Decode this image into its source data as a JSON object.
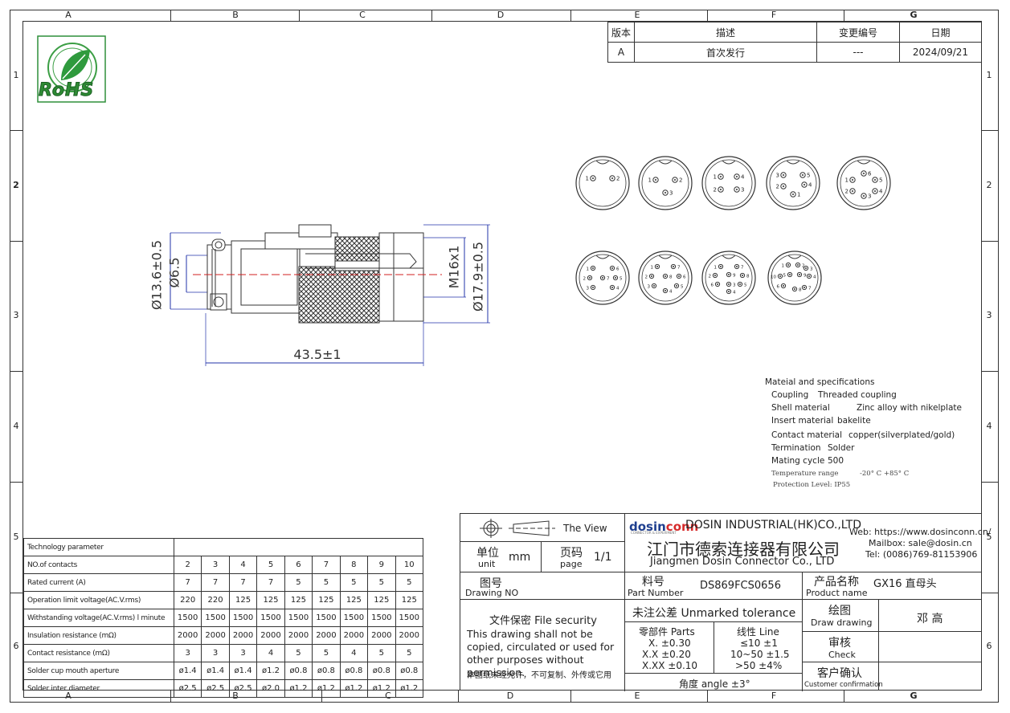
{
  "zones": {
    "cols_top": [
      "A",
      "B",
      "C",
      "D",
      "E",
      "F",
      "G"
    ],
    "cols_bottom": [
      "A",
      "B",
      "C",
      "D",
      "E",
      "F",
      "G"
    ],
    "rows": [
      "1",
      "2",
      "3",
      "4",
      "5",
      "6"
    ]
  },
  "logo": {
    "text": "RoHS"
  },
  "revision": {
    "headers": [
      "版本",
      "描述",
      "变更编号",
      "日期"
    ],
    "row": [
      "A",
      "首次发行",
      "---",
      "2024/09/21"
    ]
  },
  "dims": {
    "d1": "Ø13.6±0.5",
    "d2": "Ø6.5",
    "d3": "M16x1",
    "d4": "Ø17.9±0.5",
    "len": "43.5±1"
  },
  "pins": [
    {
      "labels": [
        "1",
        "2"
      ]
    },
    {
      "labels": [
        "1",
        "2",
        "3"
      ]
    },
    {
      "labels": [
        "1",
        "4",
        "2",
        "3"
      ]
    },
    {
      "labels": [
        "3",
        "5",
        "2",
        "4",
        "1"
      ]
    },
    {
      "labels": [
        "1",
        "6",
        "5",
        "2",
        "4",
        "3"
      ]
    },
    {
      "labels": [
        "1",
        "6",
        "2",
        "7",
        "5",
        "3",
        "4"
      ]
    },
    {
      "labels": [
        "1",
        "7",
        "2",
        "8",
        "6",
        "3",
        "5",
        "4"
      ]
    },
    {
      "labels": [
        "1",
        "7",
        "2",
        "9",
        "8",
        "6",
        "3",
        "5",
        "4"
      ]
    },
    {
      "labels": [
        "1",
        "2",
        "3",
        "4",
        "10",
        "5",
        "9",
        "6",
        "8",
        "7"
      ]
    }
  ],
  "specs": {
    "title": "Mateial and specifications",
    "rows": [
      {
        "k": "Coupling",
        "v": "Threaded coupling"
      },
      {
        "k": "Shell material",
        "v": "Zinc alloy with nikelplate"
      },
      {
        "k": "Insert material",
        "v": "bakelite"
      },
      {
        "k": "Contact material",
        "v": "copper(silverplated/gold)"
      },
      {
        "k": "Termination",
        "v": "Solder"
      },
      {
        "k": "Mating cycle",
        "v": "500"
      },
      {
        "k": "Temperature range",
        "v": "-20° C +85° C"
      }
    ],
    "protection": "Protection Level: IP55"
  },
  "tech": {
    "title": "Technology parameter",
    "rows": [
      {
        "label": "NO.of contacts",
        "values": [
          "2",
          "3",
          "4",
          "5",
          "6",
          "7",
          "8",
          "9",
          "10"
        ]
      },
      {
        "label": "Rated current (A)",
        "values": [
          "7",
          "7",
          "7",
          "7",
          "5",
          "5",
          "5",
          "5",
          "5"
        ]
      },
      {
        "label": "Operation limit voltage(AC.V.rms)",
        "values": [
          "220",
          "220",
          "125",
          "125",
          "125",
          "125",
          "125",
          "125",
          "125"
        ]
      },
      {
        "label": "Withstanding voltage(AC.V.rms) l minute",
        "values": [
          "1500",
          "1500",
          "1500",
          "1500",
          "1500",
          "1500",
          "1500",
          "1500",
          "1500"
        ]
      },
      {
        "label": "Insulation resistance (mΩ)",
        "values": [
          "2000",
          "2000",
          "2000",
          "2000",
          "2000",
          "2000",
          "2000",
          "2000",
          "2000"
        ]
      },
      {
        "label": "Contact resistance (mΩ)",
        "values": [
          "3",
          "3",
          "3",
          "4",
          "5",
          "5",
          "4",
          "5",
          "5"
        ]
      },
      {
        "label": "Solder cup mouth aperture",
        "values": [
          "ø1.4",
          "ø1.4",
          "ø1.4",
          "ø1.2",
          "ø0.8",
          "ø0.8",
          "ø0.8",
          "ø0.8",
          "ø0.8"
        ]
      },
      {
        "label": "Solder inter diameter",
        "values": [
          "ø2.5",
          "ø2.5",
          "ø2.5",
          "ø2.0",
          "ø1.2",
          "ø1.2",
          "ø1.2",
          "ø1.2",
          "ø1.2"
        ]
      }
    ]
  },
  "titleblock": {
    "view": "The View",
    "unit_cn": "单位",
    "unit_en": "unit",
    "unit_val": "mm",
    "page_cn": "页码",
    "page_en": "page",
    "page_val": "1/1",
    "brand_a": "dosin",
    "brand_b": "conn",
    "brand_tag": "CONNECTOR & EXPERIMENT",
    "company_en": "DOSIN INDUSTRIAL(HK)CO.,LTD",
    "company_cn": "江门市德索连接器有限公司",
    "company_en2": "Jiangmen Dosin Connector Co., LTD",
    "web": "Web: https://www.dosinconn.cn/",
    "mail": "Mailbox: sale@dosin.cn",
    "tel": "Tel: (0086)769-81153906",
    "drawing_cn": "图号",
    "drawing_en": "Drawing NO",
    "part_cn": "料号",
    "part_en": "Part Number",
    "part_val": "DS869FCS0656",
    "prod_cn": "产品名称",
    "prod_en": "Product name",
    "prod_val": "GX16 直母头",
    "security": "文件保密  File security",
    "security_en": "This drawing shall not be copied, circulated or used for other purposes without permission.",
    "security_cn": "本图纸未经允许，不可复制、外传或它用",
    "tol_title": "未注公差 Unmarked tolerance",
    "parts_title": "零部件 Parts",
    "parts": [
      "X.  ±0.30",
      "X.X  ±0.20",
      "X.XX  ±0.10"
    ],
    "line_title": "线性 Line",
    "line": [
      "≤10  ±1",
      "10~50  ±1.5",
      ">50  ±4%"
    ],
    "angle": "角度 angle  ±3°",
    "draw_cn": "绘图",
    "draw_en": "Draw drawing",
    "draw_val": "邓 高",
    "check_cn": "审核",
    "check_en": "Check",
    "cust_cn": "客户确认",
    "cust_en": "Customer confirmation"
  }
}
